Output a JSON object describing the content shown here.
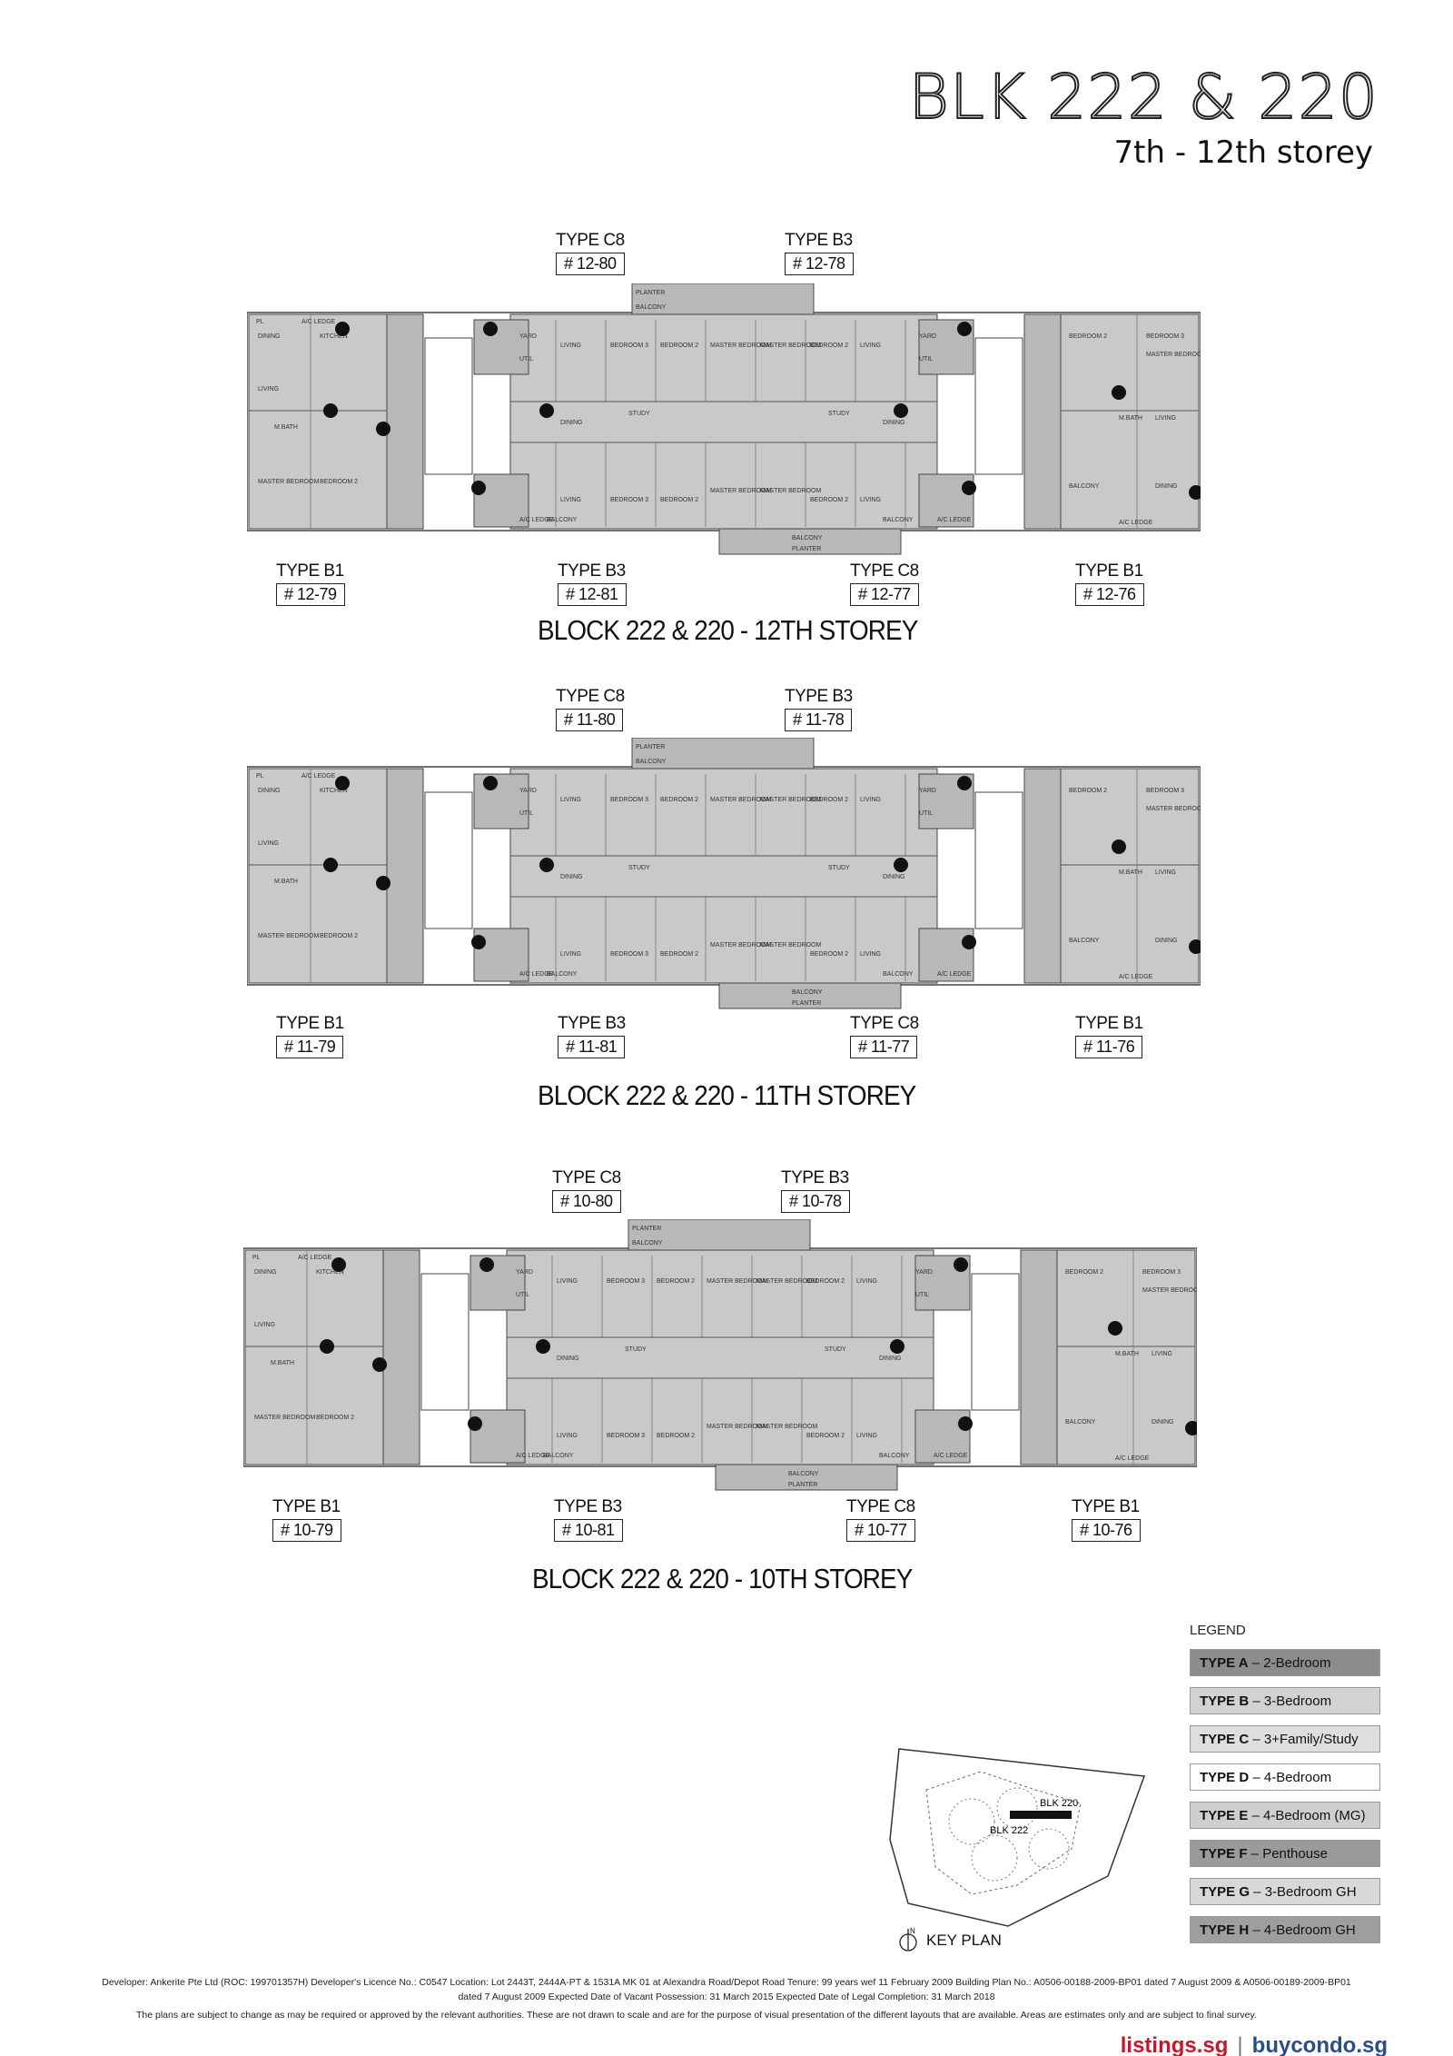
{
  "header": {
    "title": "BLK 222 & 220",
    "subtitle": "7th - 12th storey"
  },
  "floors": [
    {
      "caption": "BLOCK 222 & 220 - 12TH STOREY",
      "top_units": [
        {
          "type": "TYPE C8",
          "no": "# 12-80"
        },
        {
          "type": "TYPE B3",
          "no": "# 12-78"
        }
      ],
      "bottom_units": [
        {
          "type": "TYPE B1",
          "no": "# 12-79"
        },
        {
          "type": "TYPE B3",
          "no": "# 12-81"
        },
        {
          "type": "TYPE C8",
          "no": "# 12-77"
        },
        {
          "type": "TYPE B1",
          "no": "# 12-76"
        }
      ]
    },
    {
      "caption": "BLOCK 222 & 220 - 11TH STOREY",
      "top_units": [
        {
          "type": "TYPE C8",
          "no": "# 11-80"
        },
        {
          "type": "TYPE B3",
          "no": "# 11-78"
        }
      ],
      "bottom_units": [
        {
          "type": "TYPE B1",
          "no": "# 11-79"
        },
        {
          "type": "TYPE B3",
          "no": "# 11-81"
        },
        {
          "type": "TYPE C8",
          "no": "# 11-77"
        },
        {
          "type": "TYPE B1",
          "no": "# 11-76"
        }
      ]
    },
    {
      "caption": "BLOCK 222 & 220 - 10TH STOREY",
      "top_units": [
        {
          "type": "TYPE C8",
          "no": "# 10-80"
        },
        {
          "type": "TYPE B3",
          "no": "# 10-78"
        }
      ],
      "bottom_units": [
        {
          "type": "TYPE B1",
          "no": "# 10-79"
        },
        {
          "type": "TYPE B3",
          "no": "# 10-81"
        },
        {
          "type": "TYPE C8",
          "no": "# 10-77"
        },
        {
          "type": "TYPE B1",
          "no": "# 10-76"
        }
      ]
    }
  ],
  "plan_labels": {
    "ac_ledge": "A/C LEDGE",
    "balcony": "BALCONY",
    "planter": "PLANTER",
    "dining": "DINING",
    "living": "LIVING",
    "kitchen": "KITCHEN",
    "master_bedroom": "MASTER BEDROOM",
    "bedroom_2": "BEDROOM 2",
    "bedroom_3": "BEDROOM 3",
    "study": "STUDY",
    "yard": "YARD",
    "util": "UTIL",
    "mbath": "M.BATH",
    "pl": "PL"
  },
  "legend": {
    "title": "LEGEND",
    "items": [
      {
        "code": "TYPE A",
        "desc": " – 2-Bedroom",
        "color": "#8c8c8c"
      },
      {
        "code": "TYPE B",
        "desc": " – 3-Bedroom",
        "color": "#d2d2d2"
      },
      {
        "code": "TYPE C",
        "desc": " – 3+Family/Study",
        "color": "#dedede"
      },
      {
        "code": "TYPE D",
        "desc": " – 4-Bedroom",
        "color": "#ffffff"
      },
      {
        "code": "TYPE E",
        "desc": " – 4-Bedroom (MG)",
        "color": "#cfcfcf"
      },
      {
        "code": "TYPE F",
        "desc": " – Penthouse",
        "color": "#9a9a9a"
      },
      {
        "code": "TYPE G",
        "desc": " – 3-Bedroom GH",
        "color": "#d8d8d8"
      },
      {
        "code": "TYPE H",
        "desc": " – 4-Bedroom GH",
        "color": "#9e9e9e"
      }
    ]
  },
  "keyplan": {
    "label": "KEY PLAN",
    "blk220": "BLK 220",
    "blk222": "BLK 222",
    "north": "N"
  },
  "footer": {
    "line1": "Developer: Ankerite Pte Ltd (ROC: 199701357H) Developer's Licence No.: C0547 Location: Lot 2443T, 2444A-PT & 1531A MK 01 at Alexandra Road/Depot Road Tenure: 99 years wef 11 February 2009 Building Plan No.: A0506-00188-2009-BP01 dated 7 August 2009 & A0506-00189-2009-BP01",
    "line2": "dated 7 August 2009 Expected Date of Vacant Possession: 31 March 2015 Expected Date of Legal Completion: 31 March 2018",
    "line3": "The plans are subject to change as may be required or approved by the relevant authorities. These are not drawn to scale and are for the purpose of visual presentation of the different layouts that are available. Areas are estimates only and are subject to final survey."
  },
  "brand": {
    "listings": "listings.sg",
    "separator": "|",
    "buycondo": "buycondo.sg"
  }
}
